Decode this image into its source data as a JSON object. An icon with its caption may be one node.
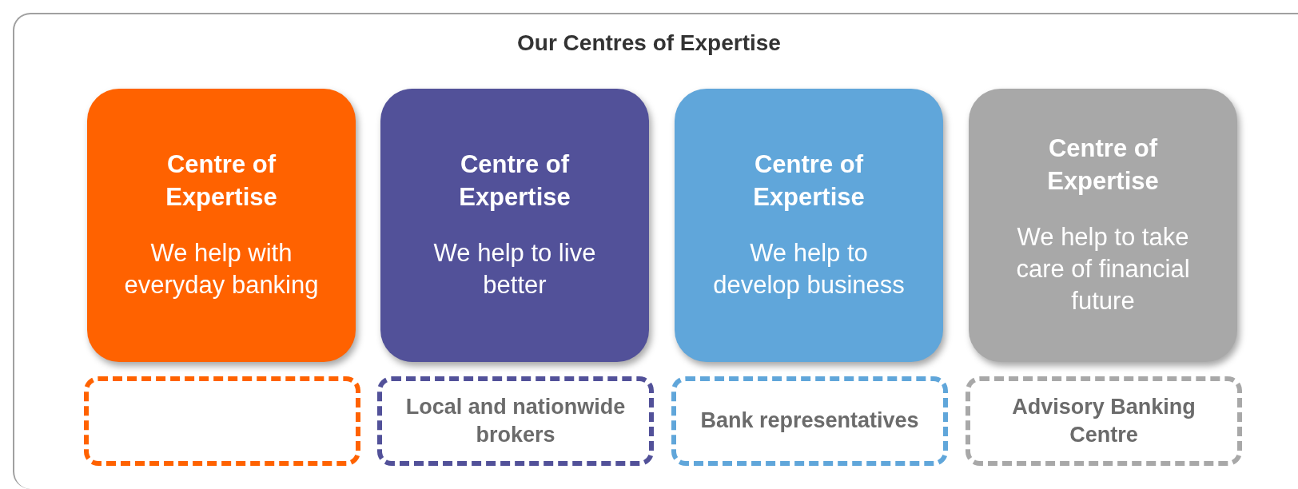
{
  "diagram": {
    "title": "Our Centres of Expertise",
    "nodes": [
      {
        "text": [
          "Centre of Expertise",
          "We help with everyday banking"
        ]
      },
      {
        "text": [
          "Centre of Expertise",
          "We help to live better"
        ]
      },
      {
        "text": [
          "Centre of Expertise",
          "We help to develop business"
        ]
      },
      {
        "text": [
          "Centre of Expertise",
          "We help to take care of financial future"
        ]
      },
      {
        "text": [],
        "shape": "box"
      },
      {
        "text": [
          "Local and nationwide brokers"
        ]
      },
      {
        "text": [
          "Bank representatives"
        ]
      },
      {
        "text": [
          "Advisory Banking Centre"
        ]
      }
    ]
  }
}
